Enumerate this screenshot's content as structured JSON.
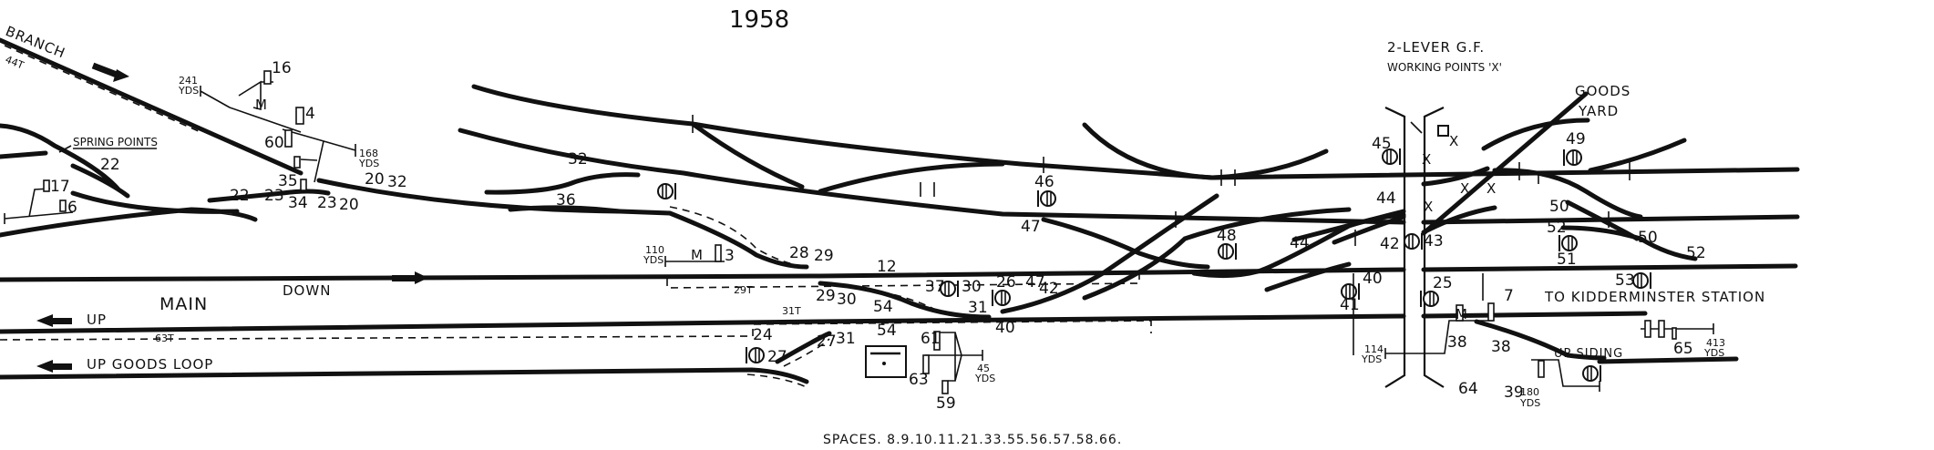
{
  "title": "1958",
  "routes": {
    "branch": "BRANCH",
    "main": "MAIN",
    "down": "DOWN",
    "up": "UP",
    "up_goods_loop": "UP GOODS LOOP",
    "destination": "TO KIDDERMINSTER STATION",
    "up_siding": "UP SIDING",
    "goods_yard_1": "GOODS",
    "goods_yard_2": "YARD"
  },
  "notes": {
    "spring_points": "SPRING POINTS",
    "ground_frame_1": "2-LEVER G.F.",
    "ground_frame_2": "WORKING POINTS 'X'",
    "point_x": "X",
    "spaces": "SPACES. 8.9.10.11.21.33.55.56.57.58.66."
  },
  "track_circuits": [
    "44T",
    "29T",
    "31T",
    "63T"
  ],
  "distances": {
    "d241": "241",
    "d168": "168",
    "d110": "110",
    "d45": "45",
    "d114": "114",
    "d180": "180",
    "d413": "413",
    "yds": "YDS"
  },
  "levers": {
    "l16": "16",
    "l4": "4",
    "l22": "22",
    "l17": "17",
    "l6": "6",
    "l60": "60",
    "l35": "35",
    "l34": "34",
    "l23": "23",
    "l20": "20",
    "l32": "32",
    "l36": "36",
    "l46": "46",
    "l47": "47",
    "l48": "48",
    "l3": "3",
    "l28": "28",
    "l29": "29",
    "l12": "12",
    "l30": "30",
    "l54": "54",
    "l37": "37",
    "l31": "31",
    "l26": "26",
    "l40": "40",
    "l24": "24",
    "l27": "27",
    "l61": "61",
    "l63": "63",
    "l59": "59",
    "l42": "42",
    "l44": "44",
    "l43": "43",
    "l45": "45",
    "l41": "41",
    "l25": "25",
    "l38": "38",
    "l7": "7",
    "l64": "64",
    "l39": "39",
    "l65": "65",
    "l53": "53",
    "l52": "52",
    "l51": "51",
    "l50": "50",
    "l49": "49",
    "m": "M"
  },
  "colors": {
    "ink": "#111111",
    "paper": "#ffffff"
  }
}
